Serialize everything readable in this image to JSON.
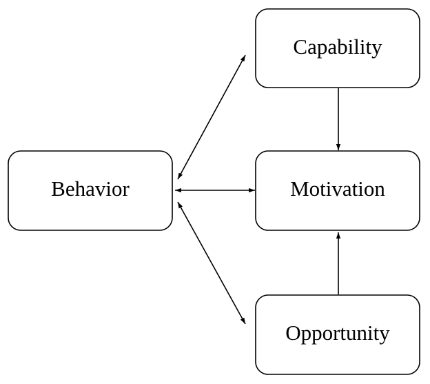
{
  "diagram": {
    "nodes": {
      "capability": {
        "label": "Capability"
      },
      "behavior": {
        "label": "Behavior"
      },
      "motivation": {
        "label": "Motivation"
      },
      "opportunity": {
        "label": "Opportunity"
      }
    },
    "edges": [
      {
        "from": "behavior",
        "to": "capability",
        "direction": "both"
      },
      {
        "from": "behavior",
        "to": "motivation",
        "direction": "both"
      },
      {
        "from": "behavior",
        "to": "opportunity",
        "direction": "both"
      },
      {
        "from": "capability",
        "to": "motivation",
        "direction": "forward"
      },
      {
        "from": "opportunity",
        "to": "motivation",
        "direction": "forward"
      }
    ],
    "colors": {
      "stroke": "#000000",
      "background": "#ffffff"
    }
  }
}
